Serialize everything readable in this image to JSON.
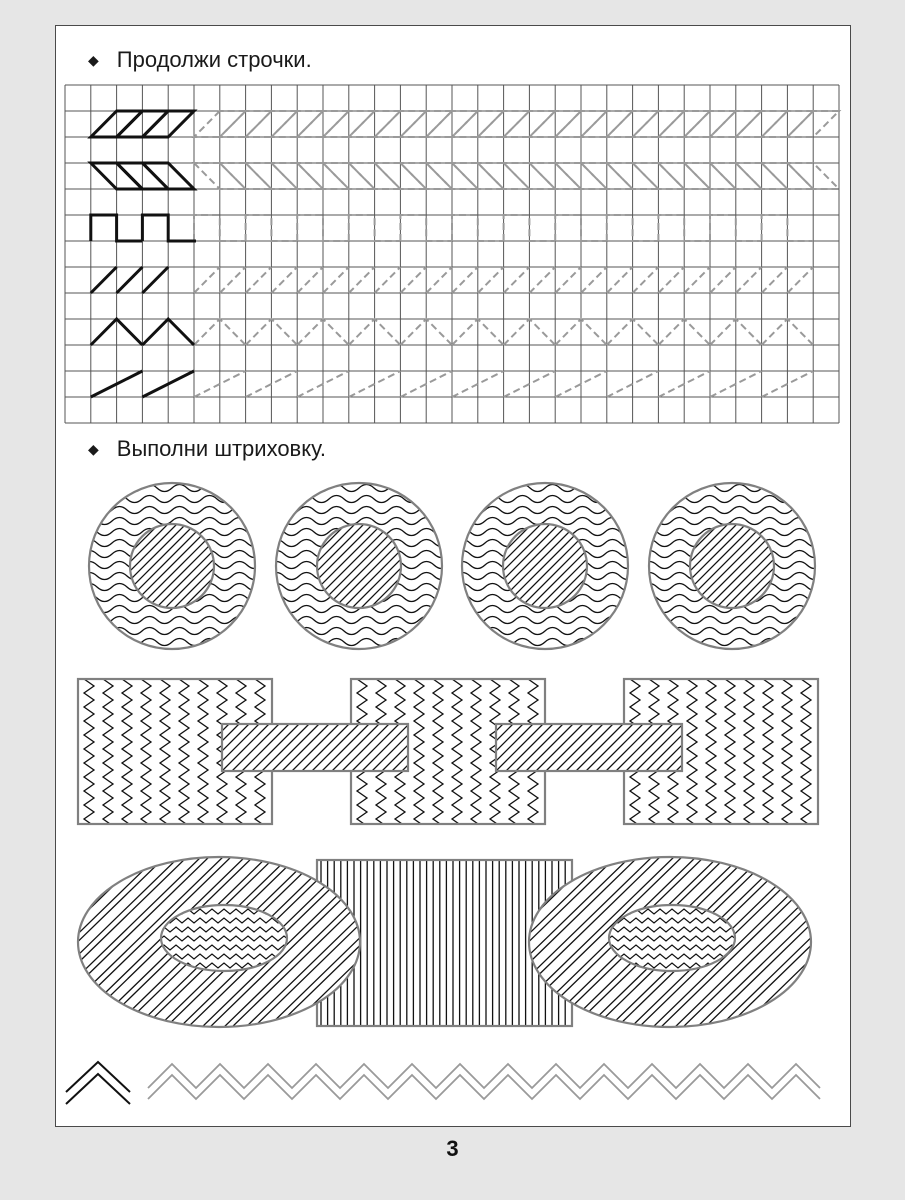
{
  "tasks": {
    "continue_lines": "Продолжи строчки.",
    "hatching": "Выполни штриховку."
  },
  "page_number": "3",
  "icons": {
    "bullet": "diamond-bullet-icon"
  },
  "colors": {
    "background": "#e6e6e6",
    "paper": "#ffffff",
    "ink": "#111111",
    "grid": "#555555",
    "trace": "#9a9a9a",
    "shape_outline": "#808080"
  }
}
